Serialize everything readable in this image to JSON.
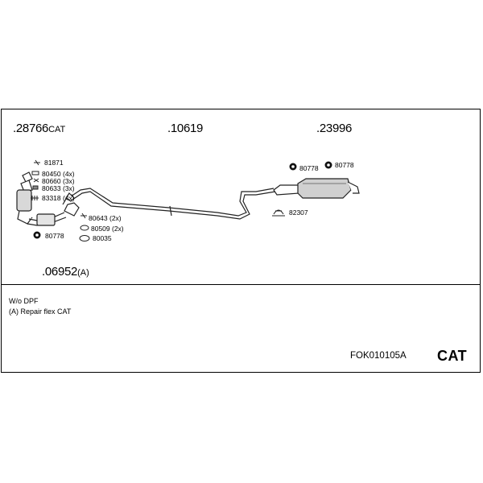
{
  "group_labels": [
    {
      "num": ".28766",
      "suffix": "CAT"
    },
    {
      "num": ".10619",
      "suffix": ""
    },
    {
      "num": ".23996",
      "suffix": ""
    },
    {
      "num": ".06952",
      "suffix": "(A)"
    }
  ],
  "parts": {
    "p81871": "81871",
    "p80450": "80450 (4x)",
    "p80660": "80660 (3x)",
    "p80633": "80633 (3x)",
    "p83318": "83318 (4x)",
    "p80778_left": "80778",
    "p80643": "80643 (2x)",
    "p80509": "80509 (2x)",
    "p80035": "80035",
    "p80778_mid": "80778",
    "p80778_right": "80778",
    "p82307": "82307"
  },
  "notes": {
    "line1": "W/o DPF",
    "line2": "(A) Repair flex CAT"
  },
  "footer": {
    "code": "FOK010105A",
    "tag": "CAT"
  }
}
